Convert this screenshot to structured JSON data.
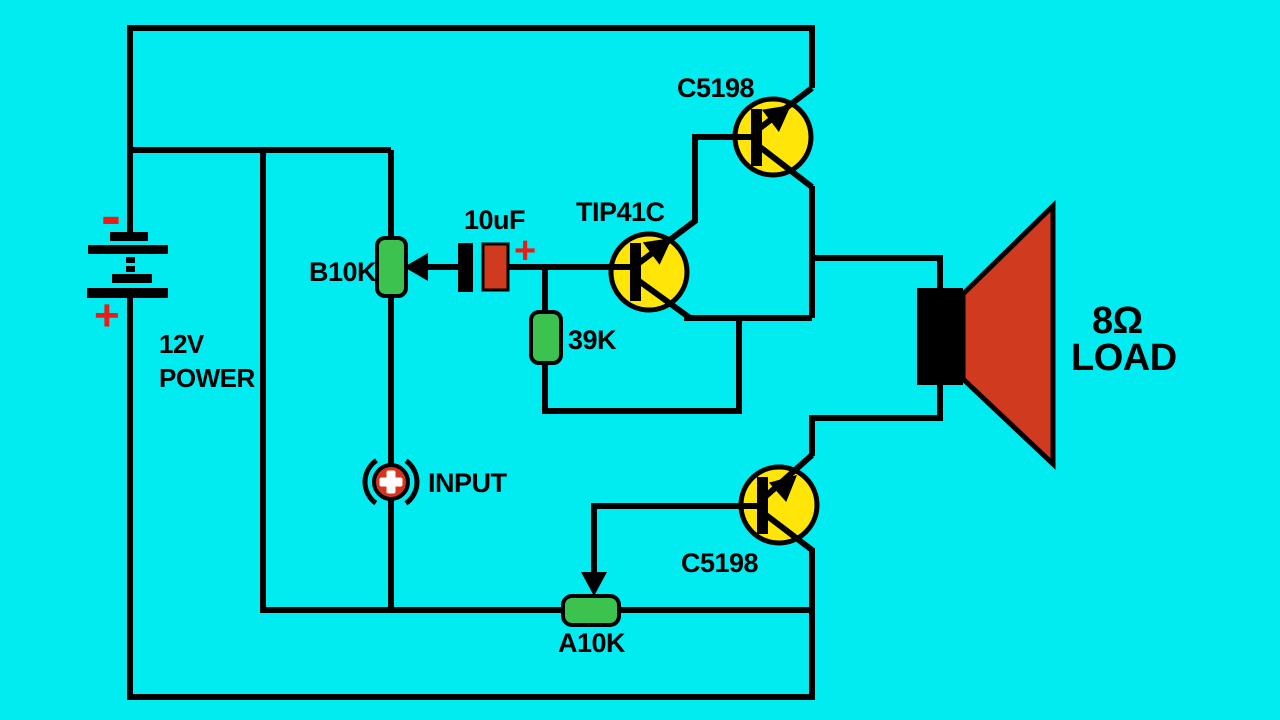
{
  "colors": {
    "background": "#00ecf0",
    "wire": "#000000",
    "transistor_fill": "#ffe608",
    "component_green": "#3cc24e",
    "capacitor_red": "#d03a1e",
    "speaker_cone_red": "#d03a1e",
    "input_jack_red": "#d63420",
    "polarity_red": "#ea1c15",
    "text": "#000000",
    "white": "#ffffff"
  },
  "labels": {
    "battery_minus": "-",
    "battery_plus": "+",
    "battery_line1": "12V",
    "battery_line2": "POWER",
    "volume_pot": "B10K",
    "coupling_cap": "10uF",
    "cap_polarity": "+",
    "driver_transistor": "TIP41C",
    "upper_output_transistor": "C5198",
    "bias_resistor": "39K",
    "input": "INPUT",
    "lower_output_transistor": "C5198",
    "bias_pot": "A10K",
    "load_impedance": "8Ω",
    "load": "LOAD"
  }
}
